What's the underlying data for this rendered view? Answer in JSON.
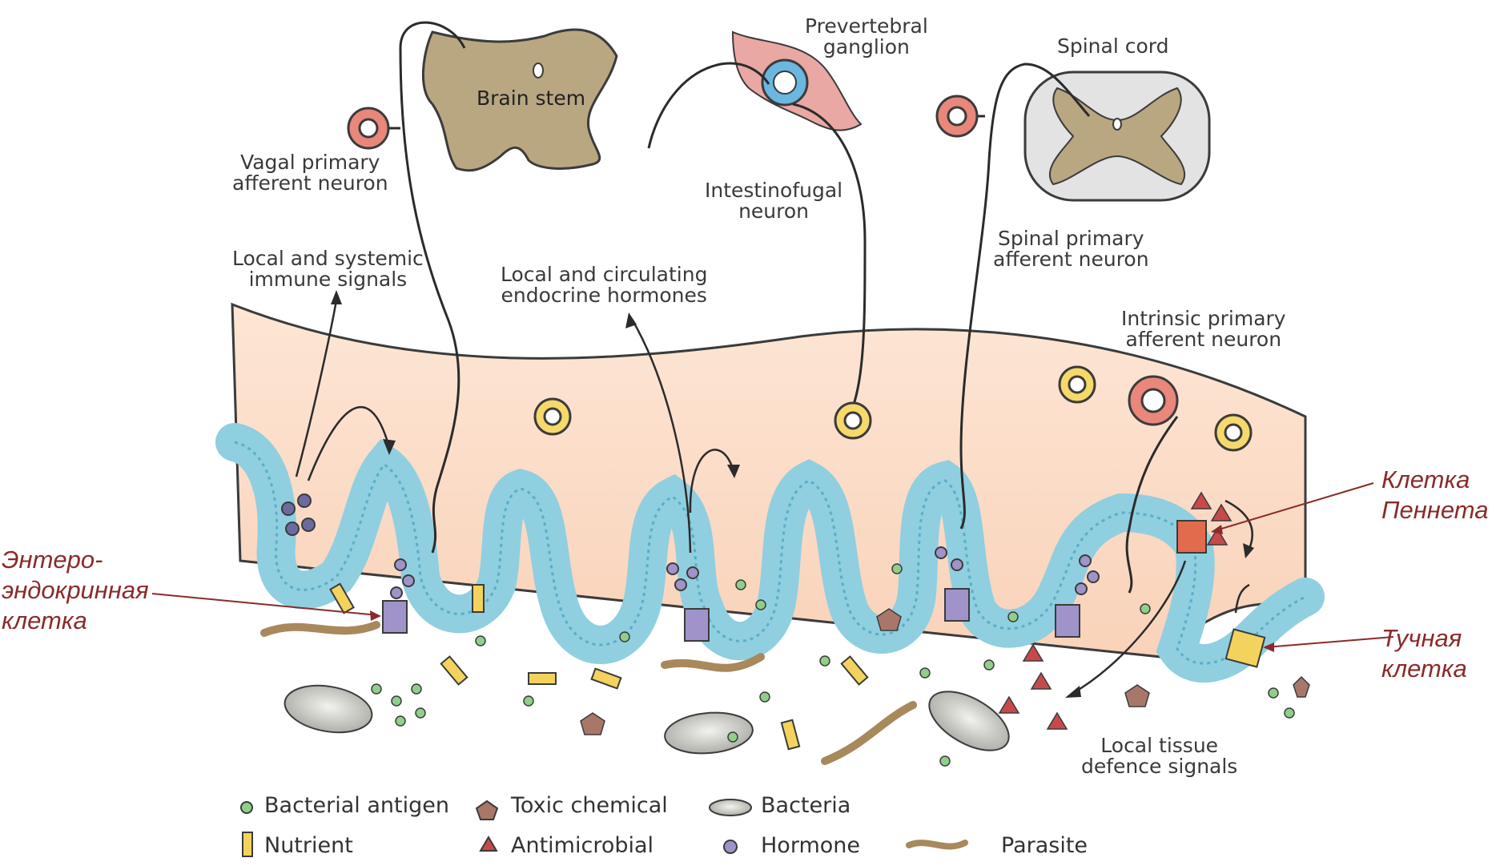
{
  "labels": {
    "prevertebral_ganglion": [
      "Prevertebral",
      "ganglion"
    ],
    "spinal_cord": "Spinal cord",
    "brain_stem": "Brain stem",
    "vagal_neuron": [
      "Vagal primary",
      "afferent neuron"
    ],
    "intestinofugal_neuron": [
      "Intestinofugal",
      "neuron"
    ],
    "spinal_primary_neuron": [
      "Spinal primary",
      "afferent neuron"
    ],
    "immune_signals": [
      "Local and systemic",
      "immune signals"
    ],
    "endocrine_hormones": [
      "Local and circulating",
      "endocrine hormones"
    ],
    "intrinsic_neuron": [
      "Intrinsic primary",
      "afferent neuron"
    ],
    "tissue_defence": [
      "Local tissue",
      "defence signals"
    ]
  },
  "annotations": {
    "enteroendocrine": [
      "Энтеро-",
      "эндокринная",
      "клетка"
    ],
    "paneth": [
      "Клетка",
      "Пеннета"
    ],
    "mast": [
      "Тучная",
      "клетка"
    ]
  },
  "legend": {
    "bacterial_antigen": "Bacterial antigen",
    "toxic_chemical": "Toxic chemical",
    "bacteria": "Bacteria",
    "nutrient": "Nutrient",
    "antimicrobial": "Antimicrobial",
    "hormone": "Hormone",
    "parasite": "Parasite"
  },
  "colors": {
    "tissue": "#fbdcc6",
    "epithelium": "#8fcfe0",
    "epithelium_dark": "#5aaec8",
    "brain_stem": "#b9a782",
    "neuron_red": "#e8877a",
    "neuron_yellow": "#f6d96b",
    "ganglion_pink": "#e9a8a4",
    "hormone": "#9f93c9",
    "antigen": "#8fcf8a",
    "toxic": "#a9776a",
    "antimicrobial": "#c8494a",
    "nutrient": "#f3d35d",
    "annotation": "#8b2a2a"
  }
}
